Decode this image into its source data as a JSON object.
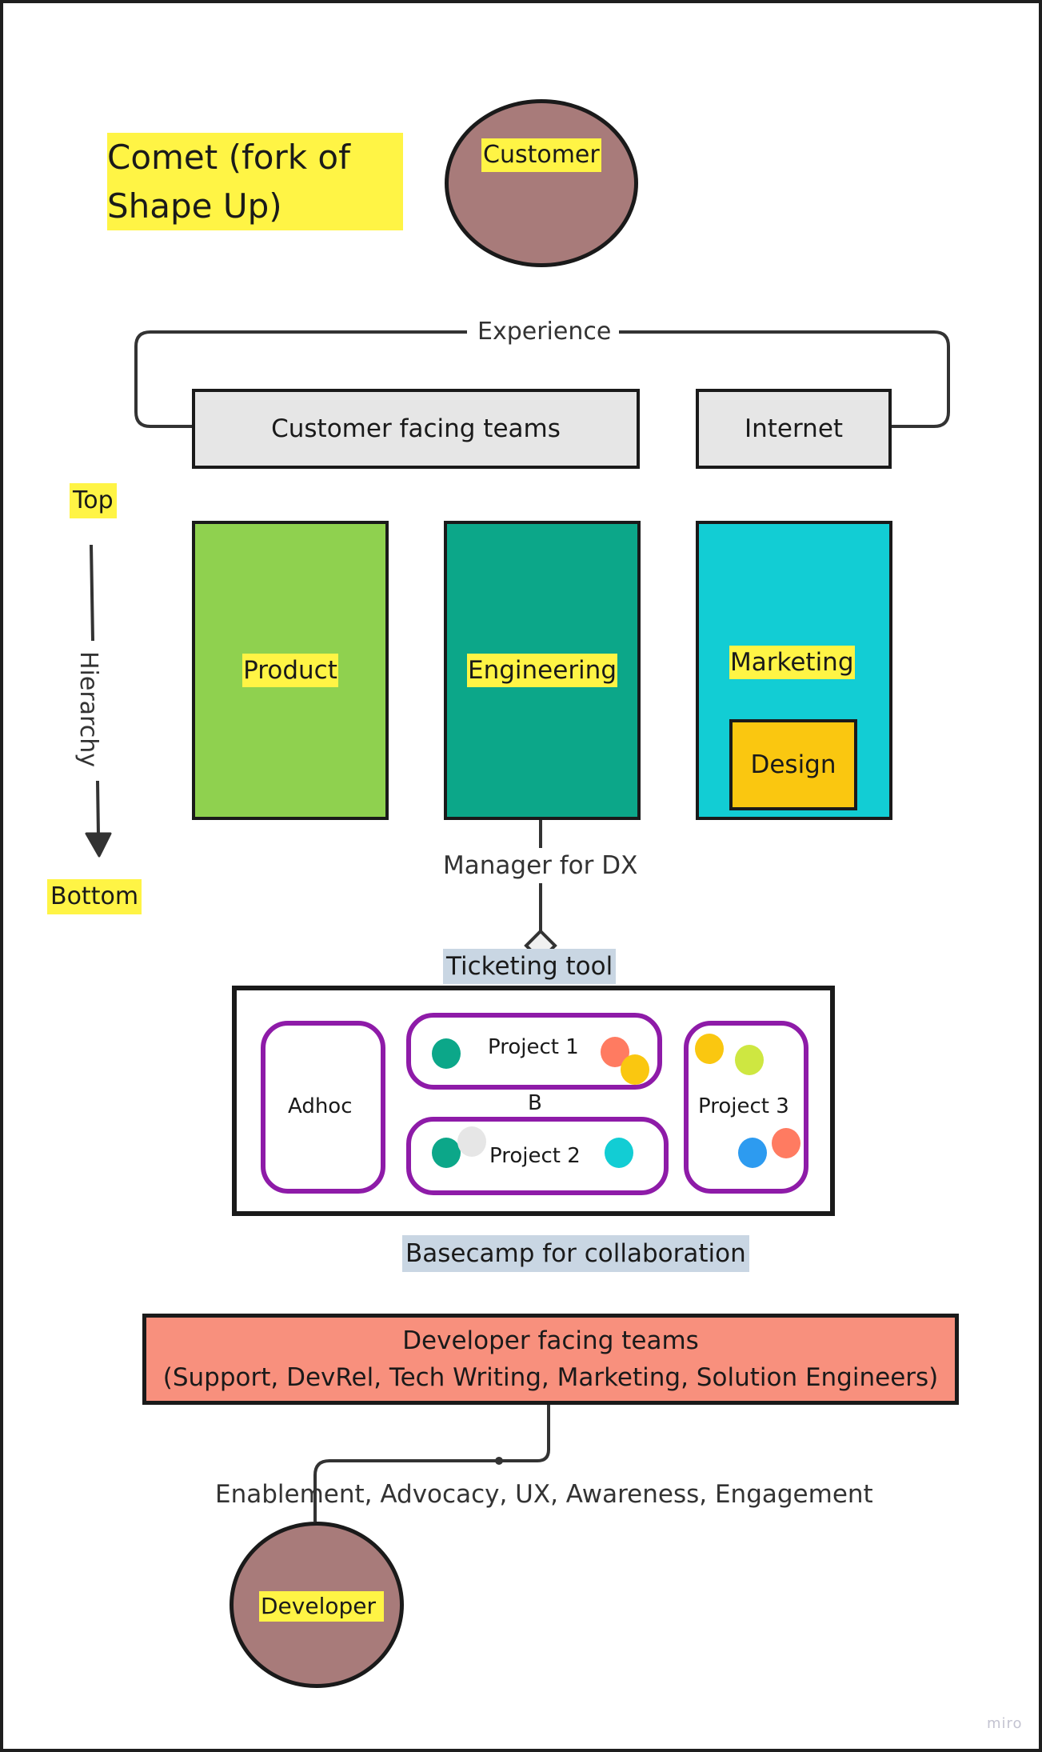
{
  "title": "Comet (fork of Shape Up)",
  "title_lines": [
    "Comet (fork of",
    "Shape Up)"
  ],
  "customer": {
    "label": "Customer",
    "color": "#a87b7a"
  },
  "experience_loop": {
    "label": "Experience",
    "customer_facing_teams": "Customer facing teams",
    "internet": "Internet"
  },
  "hierarchy": {
    "top": "Top",
    "axis_label": "Hierarchy",
    "bottom": "Bottom"
  },
  "departments": [
    {
      "label": "Product",
      "color": "#8fd14f"
    },
    {
      "label": "Engineering",
      "color": "#0ca789"
    },
    {
      "label": "Marketing",
      "color": "#12cdd4",
      "sub": {
        "label": "Design",
        "color": "#fac710"
      }
    }
  ],
  "connector_label": "Manager for DX",
  "ticketing": {
    "label": "Ticketing tool",
    "groups": [
      {
        "label": "Adhoc",
        "dots": []
      },
      {
        "label": "Project 1",
        "dots": [
          "#0ca789",
          "#ff7b61",
          "#fac710"
        ]
      },
      {
        "label": "Project 2",
        "dots": [
          "#0ca789",
          "#e6e6e6",
          "#12cdd4"
        ]
      },
      {
        "label": "Project 3",
        "dots": [
          "#fac710",
          "#cee741",
          "#2d9bf0",
          "#ff7b61"
        ]
      }
    ],
    "middle_label": "B"
  },
  "basecamp_label": "Basecamp for collaboration",
  "developer_teams": {
    "line1": "Developer facing teams",
    "line2": "(Support, DevRel, Tech Writing, Marketing, Solution Engineers)",
    "color": "#f8907d"
  },
  "outcomes_label": "Enablement, Advocacy, UX, Awareness, Engagement",
  "developer": {
    "label": "Developer",
    "color": "#a87b7a"
  },
  "watermark": "miro"
}
